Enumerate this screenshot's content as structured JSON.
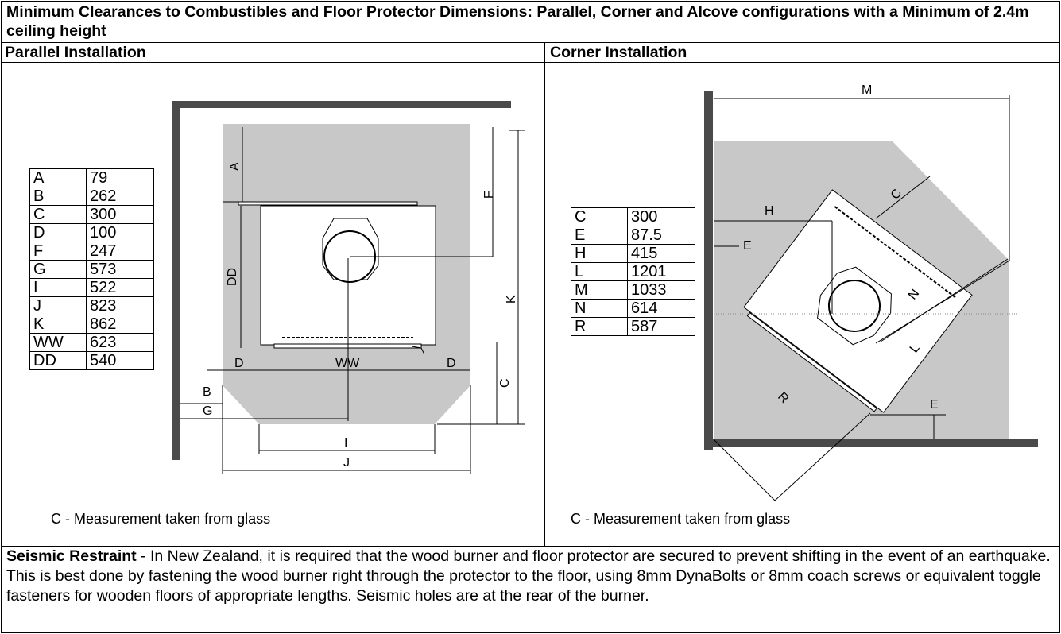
{
  "title": "Minimum Clearances to Combustibles and Floor Protector Dimensions: Parallel, Corner and Alcove configurations with a Minimum of 2.4m ceiling height",
  "parallel": {
    "heading": "Parallel Installation",
    "caption": "C - Measurement taken from glass",
    "rows": [
      {
        "key": "A",
        "value": "79"
      },
      {
        "key": "B",
        "value": "262"
      },
      {
        "key": "C",
        "value": "300"
      },
      {
        "key": "D",
        "value": "100"
      },
      {
        "key": "F",
        "value": "247"
      },
      {
        "key": "G",
        "value": "573"
      },
      {
        "key": "I",
        "value": "522"
      },
      {
        "key": "J",
        "value": "823"
      },
      {
        "key": "K",
        "value": "862"
      },
      {
        "key": "WW",
        "value": "623"
      },
      {
        "key": "DD",
        "value": "540"
      }
    ],
    "labels": {
      "A": "A",
      "F": "F",
      "DD": "DD",
      "K": "K",
      "D": "D",
      "WW": "WW",
      "C": "C",
      "B": "B",
      "G": "G",
      "I": "I",
      "J": "J"
    }
  },
  "corner": {
    "heading": "Corner Installation",
    "caption": "C - Measurement taken from glass",
    "rows": [
      {
        "key": "C",
        "value": "300"
      },
      {
        "key": "E",
        "value": "87.5"
      },
      {
        "key": "H",
        "value": "415"
      },
      {
        "key": "L",
        "value": "1201"
      },
      {
        "key": "M",
        "value": "1033"
      },
      {
        "key": "N",
        "value": "614"
      },
      {
        "key": "R",
        "value": "587"
      }
    ],
    "labels": {
      "M": "M",
      "H": "H",
      "C": "C",
      "E": "E",
      "N": "N",
      "L": "L",
      "R": "R",
      "E2": "E"
    }
  },
  "seismic": {
    "heading": "Seismic Restraint",
    "text": " - In New Zealand, it is required that the wood burner and floor protector are secured to prevent shifting in the event of an earthquake. This is best done by fastening the wood burner right through the protector to the floor, using 8mm DynaBolts or 8mm coach screws or equivalent toggle fasteners for wooden floors of appropriate lengths. Seismic holes are at the rear of the burner."
  },
  "colors": {
    "floor_protector": "#c8c8c8",
    "wall": "#4a4a4a",
    "line": "#000000"
  }
}
